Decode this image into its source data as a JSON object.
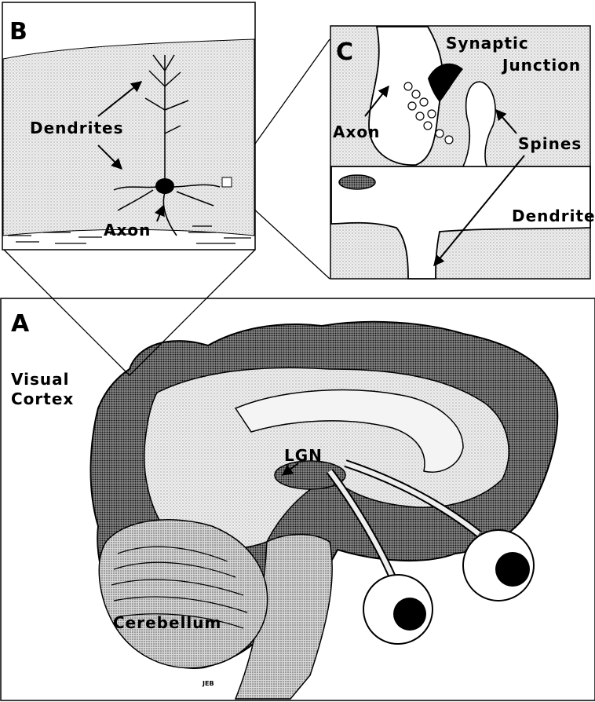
{
  "panels": {
    "a": {
      "letter": "A",
      "labels": {
        "visual_cortex_line1": "Visual",
        "visual_cortex_line2": "Cortex",
        "lgn": "LGN",
        "cerebellum": "Cerebellum",
        "signature": "JEB"
      }
    },
    "b": {
      "letter": "B",
      "labels": {
        "dendrites": "Dendrites",
        "axon": "Axon"
      }
    },
    "c": {
      "letter": "C",
      "labels": {
        "synaptic_line1": "Synaptic",
        "synaptic_line2": "Junction",
        "axon": "Axon",
        "spines": "Spines",
        "dendrite": "Dendrite"
      }
    }
  },
  "colors": {
    "ink": "#000000",
    "paper": "#ffffff",
    "stipple_light": "#e6e6e6",
    "stipple_mid": "#c8c8c8",
    "stipple_dark": "#6e6e6e"
  }
}
